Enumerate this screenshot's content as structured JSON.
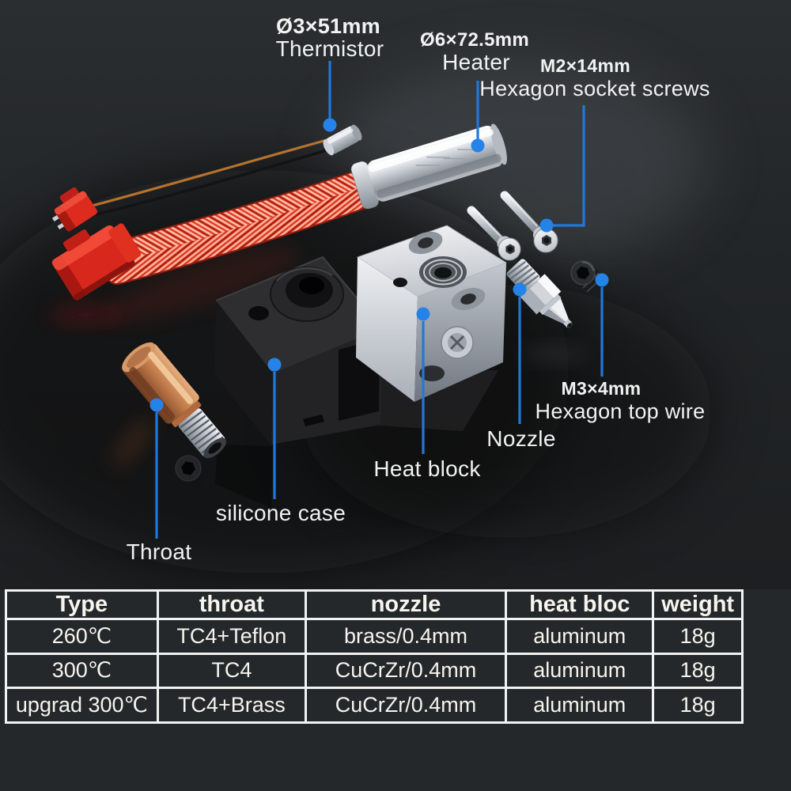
{
  "colors": {
    "background": "#25282a",
    "accent_blue": "#2583e8",
    "leader_line_blue": "#1f79dc",
    "label_text": "#f2f2f2",
    "table_border": "#f2f2f2",
    "braid_red": "#e04028",
    "connector_red": "#d8271c",
    "copper": "#c07b4a",
    "metal_silver": "#d6dade"
  },
  "callouts": {
    "thermistor": {
      "size": "Ø3×51mm",
      "label": "Thermistor"
    },
    "heater": {
      "size": "Ø6×72.5mm",
      "label": "Heater"
    },
    "m2_screws": {
      "size": "M2×14mm",
      "label": "Hexagon socket screws"
    },
    "m3_set_screw": {
      "size": "M3×4mm",
      "label": "Hexagon top wire"
    },
    "nozzle": {
      "label": "Nozzle"
    },
    "heat_block": {
      "label": "Heat block"
    },
    "silicone_case": {
      "label": "silicone case"
    },
    "throat": {
      "label": "Throat"
    }
  },
  "spec_table": {
    "headers": [
      "Type",
      "throat",
      "nozzle",
      "heat bloc",
      "weight"
    ],
    "rows": [
      [
        "260℃",
        "TC4+Teflon",
        "brass/0.4mm",
        "aluminum",
        "18g"
      ],
      [
        "300℃",
        "TC4",
        "CuCrZr/0.4mm",
        "aluminum",
        "18g"
      ],
      [
        "upgrad 300℃",
        "TC4+Brass",
        "CuCrZr/0.4mm",
        "aluminum",
        "18g"
      ]
    ]
  }
}
